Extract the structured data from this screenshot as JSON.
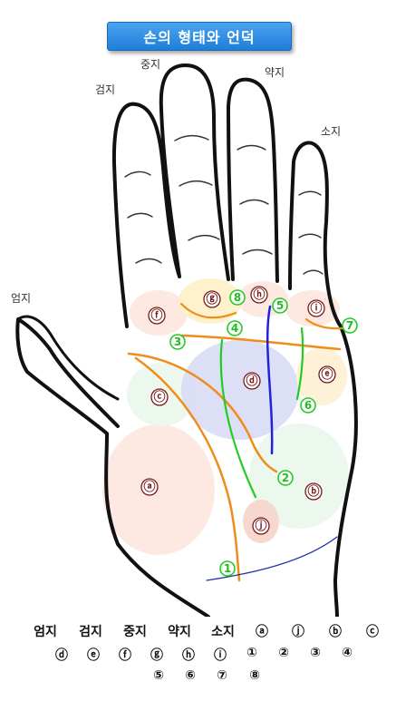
{
  "title": "손의 형태와 언덕",
  "finger_labels": {
    "thumb": "엄지",
    "index": "검지",
    "middle": "중지",
    "ring": "약지",
    "little": "소지"
  },
  "mounts": {
    "a": "ⓐ",
    "b": "ⓑ",
    "c": "ⓒ",
    "d": "ⓓ",
    "e": "ⓔ",
    "f": "ⓕ",
    "g": "ⓖ",
    "h": "ⓗ",
    "i": "ⓘ",
    "j": "ⓙ"
  },
  "lines": {
    "l1": "1",
    "l2": "2",
    "l3": "3",
    "l4": "4",
    "l5": "5",
    "l6": "6",
    "l7": "7",
    "l8": "8"
  },
  "legend": {
    "row1": [
      "엄지",
      "검지",
      "중지",
      "약지",
      "소지",
      "ⓐ",
      "ⓙ",
      "ⓑ",
      "ⓒ"
    ],
    "row2": [
      "ⓓ",
      "ⓔ",
      "ⓕ",
      "ⓖ",
      "ⓗ",
      "ⓘ",
      "①",
      "②",
      "③",
      "④"
    ],
    "row3": [
      "⑤",
      "⑥",
      "⑦",
      "⑧"
    ]
  },
  "colors": {
    "title_bg": "#2a8ae0",
    "heart_line": "#f08c1a",
    "life_line": "#f08c1a",
    "fate_line": "#2222dd",
    "green_line": "#22cc22",
    "bracelet": "#2233aa"
  }
}
